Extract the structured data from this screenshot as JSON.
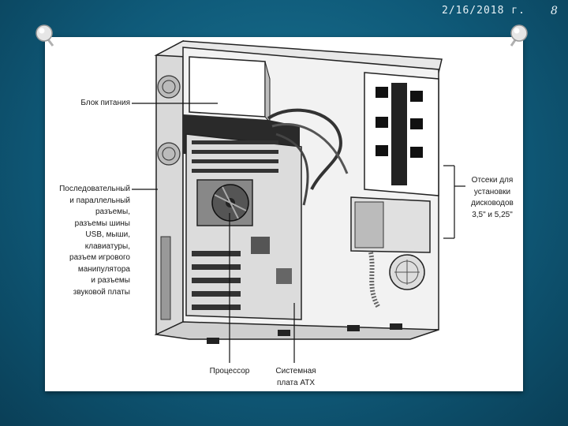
{
  "slide": {
    "date": "2/16/2018 г.",
    "page_number": "8"
  },
  "figure": {
    "labels": {
      "power_supply": "Блок питания",
      "ports": "Последовательный\nи параллельный\nразъемы,\nразъемы шины\nUSB, мыши,\nклавиатуры,\nразъем игрового\nманипулятора\nи разъемы\nзвуковой платы",
      "drive_bays": "Отсеки для\nустановки\nдисководов\n3,5\" и 5,25\"",
      "processor": "Процессор",
      "motherboard": "Системная\nплата ATX"
    }
  },
  "colors": {
    "background": "#0f5a79",
    "paper": "#ffffff",
    "ink": "#1a1a1a"
  }
}
